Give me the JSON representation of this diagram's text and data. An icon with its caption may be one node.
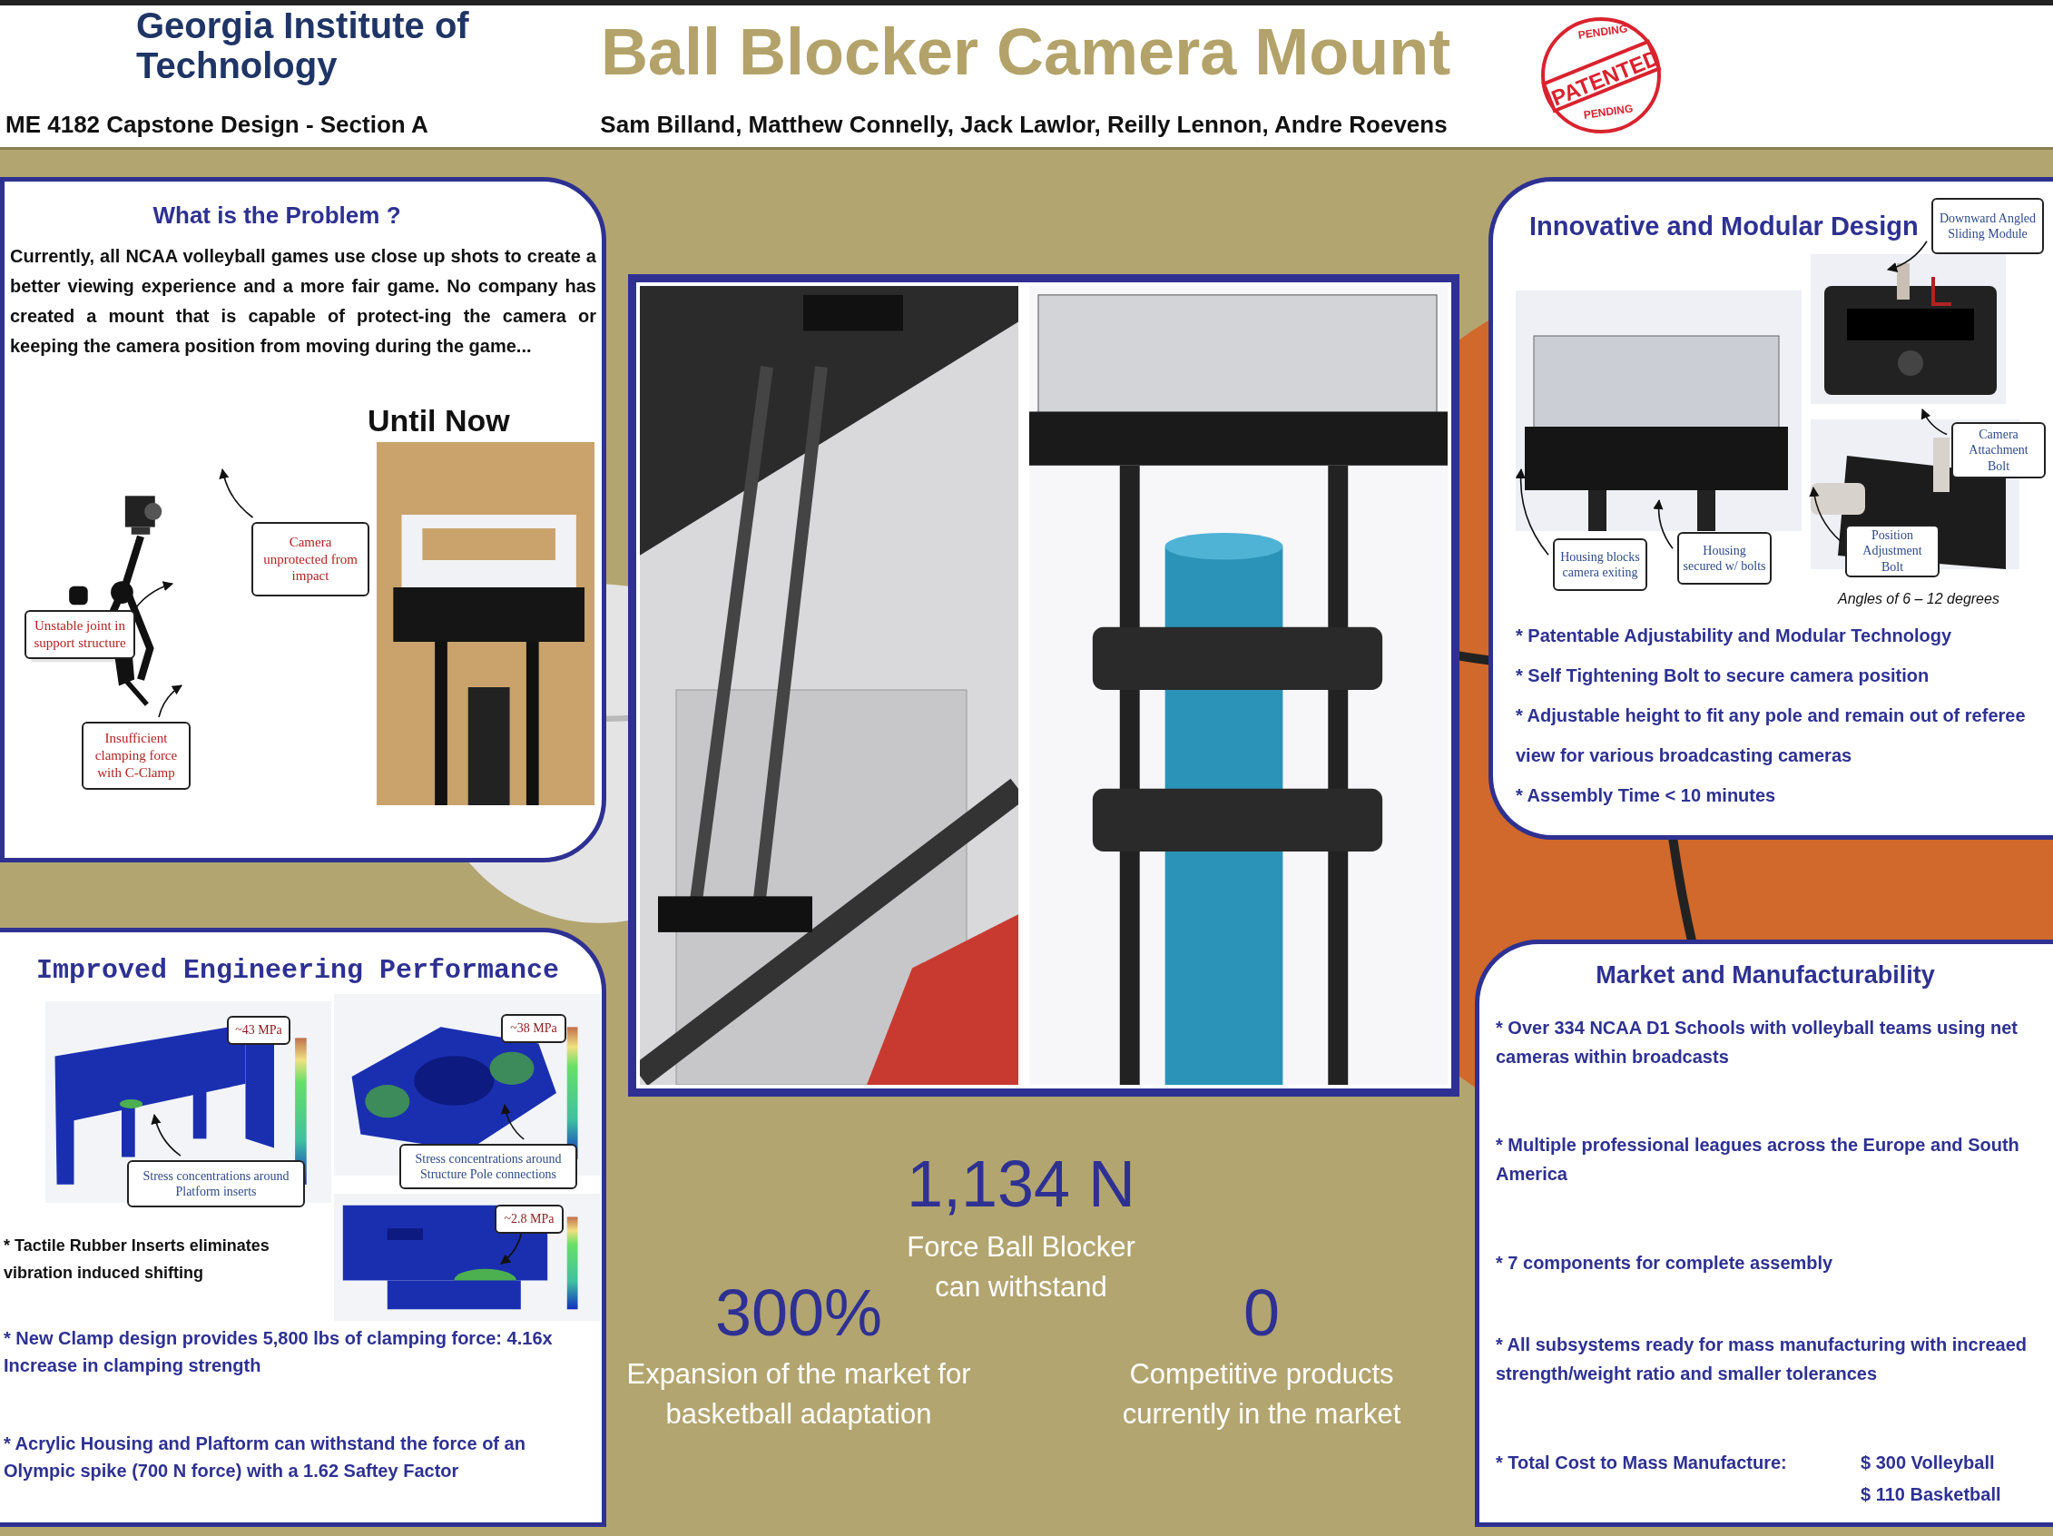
{
  "diagram": {
    "title": "Ball Blocker Camera Mount",
    "nodes": [
      {
        "text": [
          "What is the Problem ?",
          "Currently, all NCAA volleyball games use close up shots to create a better viewing experience and a more fair game. No company has created a mount that is capable of protect-ing the camera or keeping the camera position from moving during the game...",
          "Until Now"
        ]
      },
      {
        "text": [
          "Camera unprotected from impact"
        ],
        "in": 0
      },
      {
        "text": [
          "Unstable joint in support structure"
        ],
        "in": 0
      },
      {
        "text": [
          "Insufficient clamping force with C-Clamp"
        ],
        "in": 0
      },
      {
        "text": [
          "Innovative and Modular Design",
          "* Patentable Adjustability and Modular Technology",
          "* Self Tightening Bolt to secure camera position",
          "* Adjustable height to fit any pole and remain out of referee view for various broadcasting cameras",
          "* Assembly Time < 10 minutes"
        ]
      },
      {
        "text": [
          "Downward Angled Sliding Module"
        ],
        "in": 4
      },
      {
        "text": [
          "Camera Attachment Bolt"
        ],
        "in": 4
      },
      {
        "text": [
          "Housing blocks camera exiting"
        ],
        "in": 4
      },
      {
        "text": [
          "Housing secured w/ bolts"
        ],
        "in": 4
      },
      {
        "text": [
          "Position Adjustment Bolt"
        ],
        "in": 4
      },
      {
        "text": [
          "Improved Engineering Performance",
          "* Tactile Rubber Inserts eliminates vibration induced shifting",
          "* New Clamp design provides 5,800 lbs of clamping force: 4.16x Increase in clamping strength",
          "* Acrylic Housing and Plaftorm can withstand the force of an Olympic spike (700 N force) with a 1.62 Saftey Factor"
        ]
      },
      {
        "text": [
          "~43 MPa"
        ],
        "in": 10
      },
      {
        "text": [
          "~38 MPa"
        ],
        "in": 10
      },
      {
        "text": [
          "~2.8 MPa"
        ],
        "in": 10
      },
      {
        "text": [
          "Stress concentrations around Platform inserts"
        ],
        "in": 10
      },
      {
        "text": [
          "Stress concentrations around Structure Pole connections"
        ],
        "in": 10
      },
      {
        "text": [
          "Market and Manufacturability",
          "* Over 334 NCAA D1 Schools with volleyball teams using net cameras within broadcasts",
          "* Multiple professional leagues across the Europe and South America",
          "* 7 components for complete assembly",
          "* All subsystems ready for mass manufacturing with increaed strength/weight ratio and smaller tolerances",
          "* Total Cost to Mass Manufacture:",
          "$ 300 Volleyball",
          "$ 110 Basketball"
        ]
      }
    ],
    "edges": [
      {
        "from": 1,
        "to": null,
        "arrow": "to"
      },
      {
        "from": 2,
        "to": null,
        "arrow": "to"
      },
      {
        "from": 3,
        "to": null,
        "arrow": "to"
      },
      {
        "from": 5,
        "to": null,
        "arrow": "to"
      },
      {
        "from": 6,
        "to": null,
        "arrow": "to"
      },
      {
        "from": 7,
        "to": null,
        "arrow": "to"
      },
      {
        "from": 8,
        "to": null,
        "arrow": "to"
      },
      {
        "from": 9,
        "to": null,
        "arrow": "to"
      },
      {
        "from": 13,
        "to": null,
        "arrow": "to"
      },
      {
        "from": 14,
        "to": null,
        "arrow": "to"
      },
      {
        "from": 15,
        "to": null,
        "arrow": "to"
      }
    ],
    "labels": [
      "Georgia Institute of Technology",
      "PENDING",
      "PATENTED",
      "PENDING",
      "ME 4182 Capstone Design - Section A",
      "Sam Billand, Matthew Connelly, Jack Lawlor, Reilly Lennon, Andre Roevens",
      "Angles of 6 – 12 degrees",
      "1,134 N",
      "Force Ball Blocker can withstand",
      "300%",
      "Expansion of the market for basketball adaptation",
      "0",
      "Competitive products currently in the market"
    ]
  }
}
